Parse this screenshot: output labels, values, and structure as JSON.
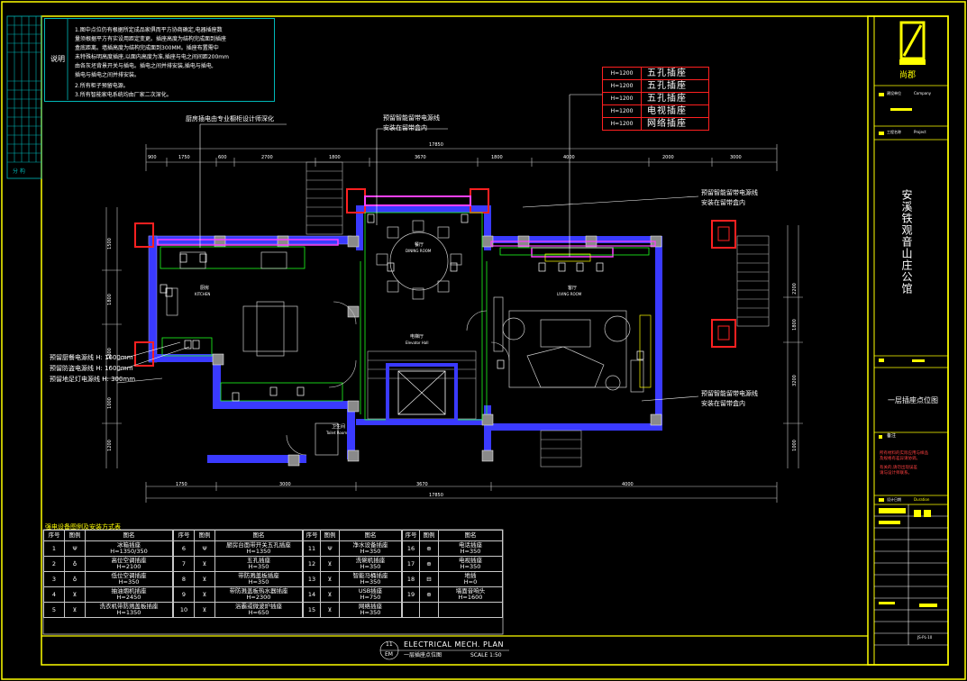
{
  "notes": {
    "heading": "说明",
    "lines": [
      "1.图中点位仍有根据所定成品家俱而平方协商确定,电器插座数",
      "量须根据平方有实设用距定变更。插座高度为结构完成面到插座",
      "盒底距离。墙插高度为结构完成面到300MM。插座布置需中",
      "未特殊标明高度插座,以面内高度为准,插座与电之间间距200mm",
      "由各灰坯背景开关与插电。插电之间并排安装,插电与插电,",
      "插电与插电之间并排安装。",
      "2.所有柜子预留电源。",
      "3.所有智能家电系统均由厂家二次深化。"
    ]
  },
  "left_margin_label": "分 构",
  "sockets": [
    {
      "height": "H=1200",
      "name": "五孔插座"
    },
    {
      "height": "H=1200",
      "name": "五孔插座"
    },
    {
      "height": "H=1200",
      "name": "五孔插座"
    },
    {
      "height": "H=1200",
      "name": "电视插座"
    },
    {
      "height": "H=1200",
      "name": "网络插座"
    }
  ],
  "annotations": {
    "kitchen_note": "厨房插电由专业橱柜设计师深化",
    "dining_note_1": "预留智能留带电源线",
    "dining_note_2": "安装在留带盒内",
    "living_note_1": "预留智能留带电源线",
    "living_note_2": "安装在留带盒内",
    "living_note_3": "预留智能留带电源线",
    "living_note_4": "安装在留带盒内",
    "left_note_1": "预留厨餐电源线 H: 1600mm",
    "left_note_2": "预留防盗电源线 H: 1600mm",
    "left_note_3": "预留地足灯电源线 H: 300mm"
  },
  "dimensions": {
    "top_total": "17850",
    "bottom_total": "17850",
    "top": [
      "900",
      "1750",
      "600",
      "2700",
      "1800",
      "3670",
      "1800",
      "4000",
      "2000",
      "3000"
    ],
    "bottom": [
      "1750",
      "3000",
      "3670",
      "4000"
    ],
    "right": [
      "2200",
      "1800",
      "3200",
      "1000"
    ],
    "left": [
      "1500",
      "1800",
      "1800",
      "1000",
      "1200"
    ]
  },
  "rooms": {
    "kitchen": "厨房",
    "kitchen_en": "KITCHEN",
    "dining": "餐厅",
    "dining_en": "DINING ROOM",
    "hall": "电梯厅",
    "hall_en": "Elevator Hall",
    "living": "客厅",
    "living_en": "LIVING ROOM",
    "toilet": "卫生间",
    "toilet_en": "Toilet Room"
  },
  "legend": {
    "title": "强电设备图例及安装方式表",
    "col_no": "序号",
    "col_sym": "图例",
    "col_name": "图名",
    "col1": [
      {
        "no": "1",
        "name": "冰箱插座",
        "h": "H=1350/350",
        "sym": "Ψ"
      },
      {
        "no": "2",
        "name": "高位空调插座",
        "h": "H=2100",
        "sym": "♁"
      },
      {
        "no": "3",
        "name": "低位空调插座",
        "h": "H=350",
        "sym": "♁"
      },
      {
        "no": "4",
        "name": "抽油烟机插座",
        "h": "H=2450",
        "sym": "⊻"
      },
      {
        "no": "5",
        "name": "洗衣机带防溅盖板插座",
        "h": "H=1350",
        "sym": "⊻"
      }
    ],
    "col2": [
      {
        "no": "6",
        "name": "厨房台面带开关五孔插座",
        "h": "H=1350",
        "sym": "Ψ"
      },
      {
        "no": "7",
        "name": "五孔插座",
        "h": "H=350",
        "sym": "⊻"
      },
      {
        "no": "8",
        "name": "带防溅盖板插座",
        "h": "H=350",
        "sym": "⊻"
      },
      {
        "no": "9",
        "name": "带防溅盖板热水器插座",
        "h": "H=2300",
        "sym": "⊻"
      },
      {
        "no": "10",
        "name": "浴霸或微波炉插座",
        "h": "H=650",
        "sym": "⊻"
      }
    ],
    "col3": [
      {
        "no": "11",
        "name": "净水设备插座",
        "h": "H=350",
        "sym": "Ψ"
      },
      {
        "no": "12",
        "name": "洗碗机插座",
        "h": "H=350",
        "sym": "⊻"
      },
      {
        "no": "13",
        "name": "智能马桶插座",
        "h": "H=350",
        "sym": "⊻"
      },
      {
        "no": "14",
        "name": "USB插座",
        "h": "H=750",
        "sym": "⊻"
      },
      {
        "no": "15",
        "name": "网络插座",
        "h": "H=350",
        "sym": "⊻"
      }
    ],
    "col4": [
      {
        "no": "16",
        "name": "电话插座",
        "h": "H=350",
        "sym": "⊕"
      },
      {
        "no": "17",
        "name": "电视插座",
        "h": "H=350",
        "sym": "⊕"
      },
      {
        "no": "18",
        "name": "地插",
        "h": "H=0",
        "sym": "⊟"
      },
      {
        "no": "19",
        "name": "墙面音响头",
        "h": "H=1600",
        "sym": "⊕"
      },
      {
        "no": "",
        "name": "",
        "h": "",
        "sym": ""
      }
    ]
  },
  "title_block": {
    "drawing_no": "11",
    "sheet": "EM",
    "title_en": "ELECTRICAL MECH. PLAN",
    "title_cn": "一层插座点位图",
    "scale": "SCALE 1:50",
    "project_name": "安溪铁观音山庄公馆",
    "drawing_name": "一层插座点位图",
    "company_label": "建设单位",
    "company_value": "Company",
    "project_label": "工程名称",
    "project_value": "Project",
    "brand": "尚郡",
    "remark_label": "备注",
    "remark_lines": [
      "所有材料的实际应用与样品",
      "及规格有差异请协调。",
      "有关的,请勿出现误差",
      "请与设计师联系。"
    ],
    "drawn_label": "设计日期",
    "drawn_value": "Duration",
    "sheet_code": "JS-PL-10"
  },
  "colors": {
    "frame": "#ffff00",
    "wall": "#3a3aff",
    "wall_fill": "#7a7a7a",
    "red": "#ff2020",
    "magenta": "#ff40ff",
    "green": "#20ff20",
    "cyan": "#00d0d0"
  }
}
